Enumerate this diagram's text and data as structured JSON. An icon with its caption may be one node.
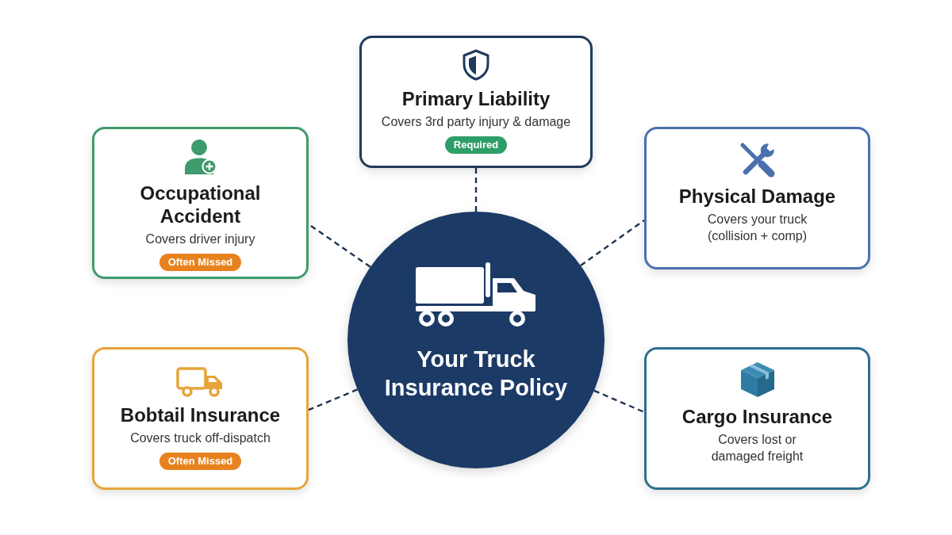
{
  "diagram": {
    "nodes": [
      {
        "text": [
          "Primary Liability",
          "Covers 3rd party injury & damage"
        ]
      },
      {
        "text": [
          "Required"
        ],
        "in": 0
      },
      {
        "text": [
          "Occupational Accident",
          "Covers driver injury"
        ]
      },
      {
        "text": [
          "Often Missed"
        ],
        "in": 2
      },
      {
        "text": [
          "Physical Damage",
          "Covers your truck (collision + comp)"
        ]
      },
      {
        "text": [
          "Your Truck Insurance Policy"
        ]
      },
      {
        "text": [
          "Bobtail Insurance",
          "Covers truck off-dispatch"
        ]
      },
      {
        "text": [
          "Often Missed"
        ],
        "in": 6
      },
      {
        "text": [
          "Cargo Insurance",
          "Covers lost or damaged freight"
        ]
      }
    ],
    "edges": [
      {
        "from": 5,
        "to": 0,
        "arrow": "none",
        "style": "dashed"
      },
      {
        "from": 5,
        "to": 2,
        "arrow": "none",
        "style": "dashed"
      },
      {
        "from": 5,
        "to": 4,
        "arrow": "none",
        "style": "dashed"
      },
      {
        "from": 5,
        "to": 6,
        "arrow": "none",
        "style": "dashed"
      },
      {
        "from": 5,
        "to": 8,
        "arrow": "none",
        "style": "dashed"
      }
    ]
  }
}
